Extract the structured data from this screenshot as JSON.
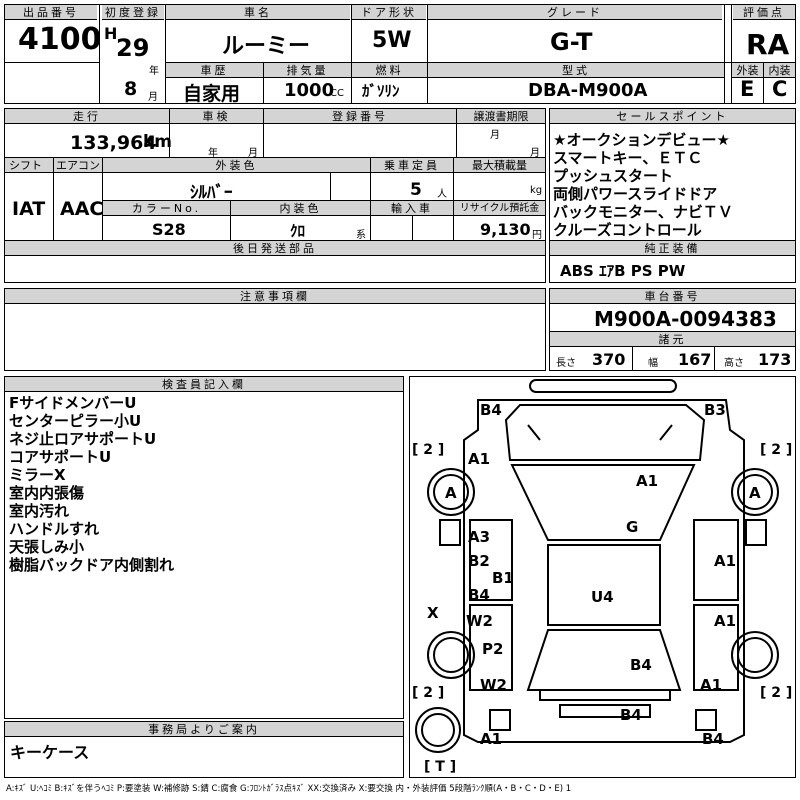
{
  "labels": {
    "lot_no": "出品番号",
    "first_reg": "初度登録",
    "car_name": "車名",
    "doors": "ドア形状",
    "grade": "グレード",
    "score": "評価点",
    "history": "車歴",
    "displacement": "排気量",
    "fuel": "燃料",
    "model_code": "型式",
    "exterior": "外装",
    "interior": "内装",
    "mileage": "走行",
    "inspection": "車検",
    "plate": "登録番号",
    "transfer": "譲渡書期限",
    "sales_points": "セールスポイント",
    "shift": "シフト",
    "aircon": "エアコン",
    "color": "外装色",
    "capacity": "乗車定員",
    "max_load": "最大積載量",
    "color_no": "カラーNo.",
    "int_color": "内装色",
    "import": "輸入車",
    "recycle": "リサイクル預託金",
    "later_parts": "後日発送部品",
    "standard_equip": "純正装備",
    "caution": "注意事項欄",
    "chassis": "車台番号",
    "specs": "諸元",
    "inspector": "検査員記入欄",
    "office": "事務局よりご案内",
    "era": "H",
    "year_unit": "年",
    "month_unit": "月",
    "cc_unit": "CC",
    "km_unit": "km",
    "person_unit": "人",
    "kg_unit": "kg",
    "yen_unit": "円",
    "type_unit": "系",
    "len_label": "長さ",
    "width_label": "幅",
    "height_label": "高さ"
  },
  "vehicle": {
    "lot_no": "4100",
    "year": "29",
    "month": "8",
    "car_name": "ルーミー",
    "doors": "5W",
    "grade": "G-T",
    "score": "RA",
    "history": "自家用",
    "displacement": "1000",
    "fuel": "ｶﾞｿﾘﾝ",
    "model_code": "DBA-M900A",
    "exterior": "E",
    "interior": "C",
    "mileage": "133,964",
    "shift": "IAT",
    "aircon": "AAC",
    "color": "ｼﾙﾊﾞｰ",
    "capacity": "5",
    "color_no": "S28",
    "int_color": "ｸﾛ",
    "recycle": "9,130",
    "chassis": "M900A-0094383",
    "length": "370",
    "width": "167",
    "height": "173",
    "standard_equip": "ABS ｴｱB PS PW"
  },
  "sales_points": [
    "★オークションデビュー★",
    "スマートキー、ＥＴＣ",
    "プッシュスタート",
    "両側パワースライドドア",
    "バックモニター、ナビＴＶ",
    "クルーズコントロール"
  ],
  "inspector_notes": [
    "FサイドメンバーU",
    "センターピラー小U",
    "ネジ止ロアサポートU",
    "コアサポートU",
    "ミラーX",
    "室内内張傷",
    "室内汚れ",
    "ハンドルすれ",
    "天張しみ小",
    "樹脂バックドア内側割れ"
  ],
  "office_note": "キーケース",
  "diagram": {
    "marks": [
      "B4",
      "B3",
      "A1",
      "A1",
      "G",
      "A3",
      "B2",
      "B1",
      "A1",
      "B4",
      "W2",
      "U4",
      "A1",
      "X",
      "P2",
      "B4",
      "W2",
      "A1",
      "B4",
      "A1",
      "B4"
    ],
    "tire_labels": [
      "A",
      "A"
    ],
    "brackets": [
      "[ 2 ]",
      "[ 2 ]",
      "[ 2 ]",
      "[ 2 ]",
      "[ T ]"
    ]
  },
  "legend": "A:ｷｽﾞ U:ﾍｺﾐ B:ｷｽﾞを伴うﾍｺﾐ P:要塗装 W:補修跡 S:錆 C:腐食 G:ﾌﾛﾝﾄｶﾞﾗｽ点ｷｽﾞ XX:交換済み X:要交換 内・外装評価 5段階ﾗﾝｸ順(A・B・C・D・E) 1"
}
